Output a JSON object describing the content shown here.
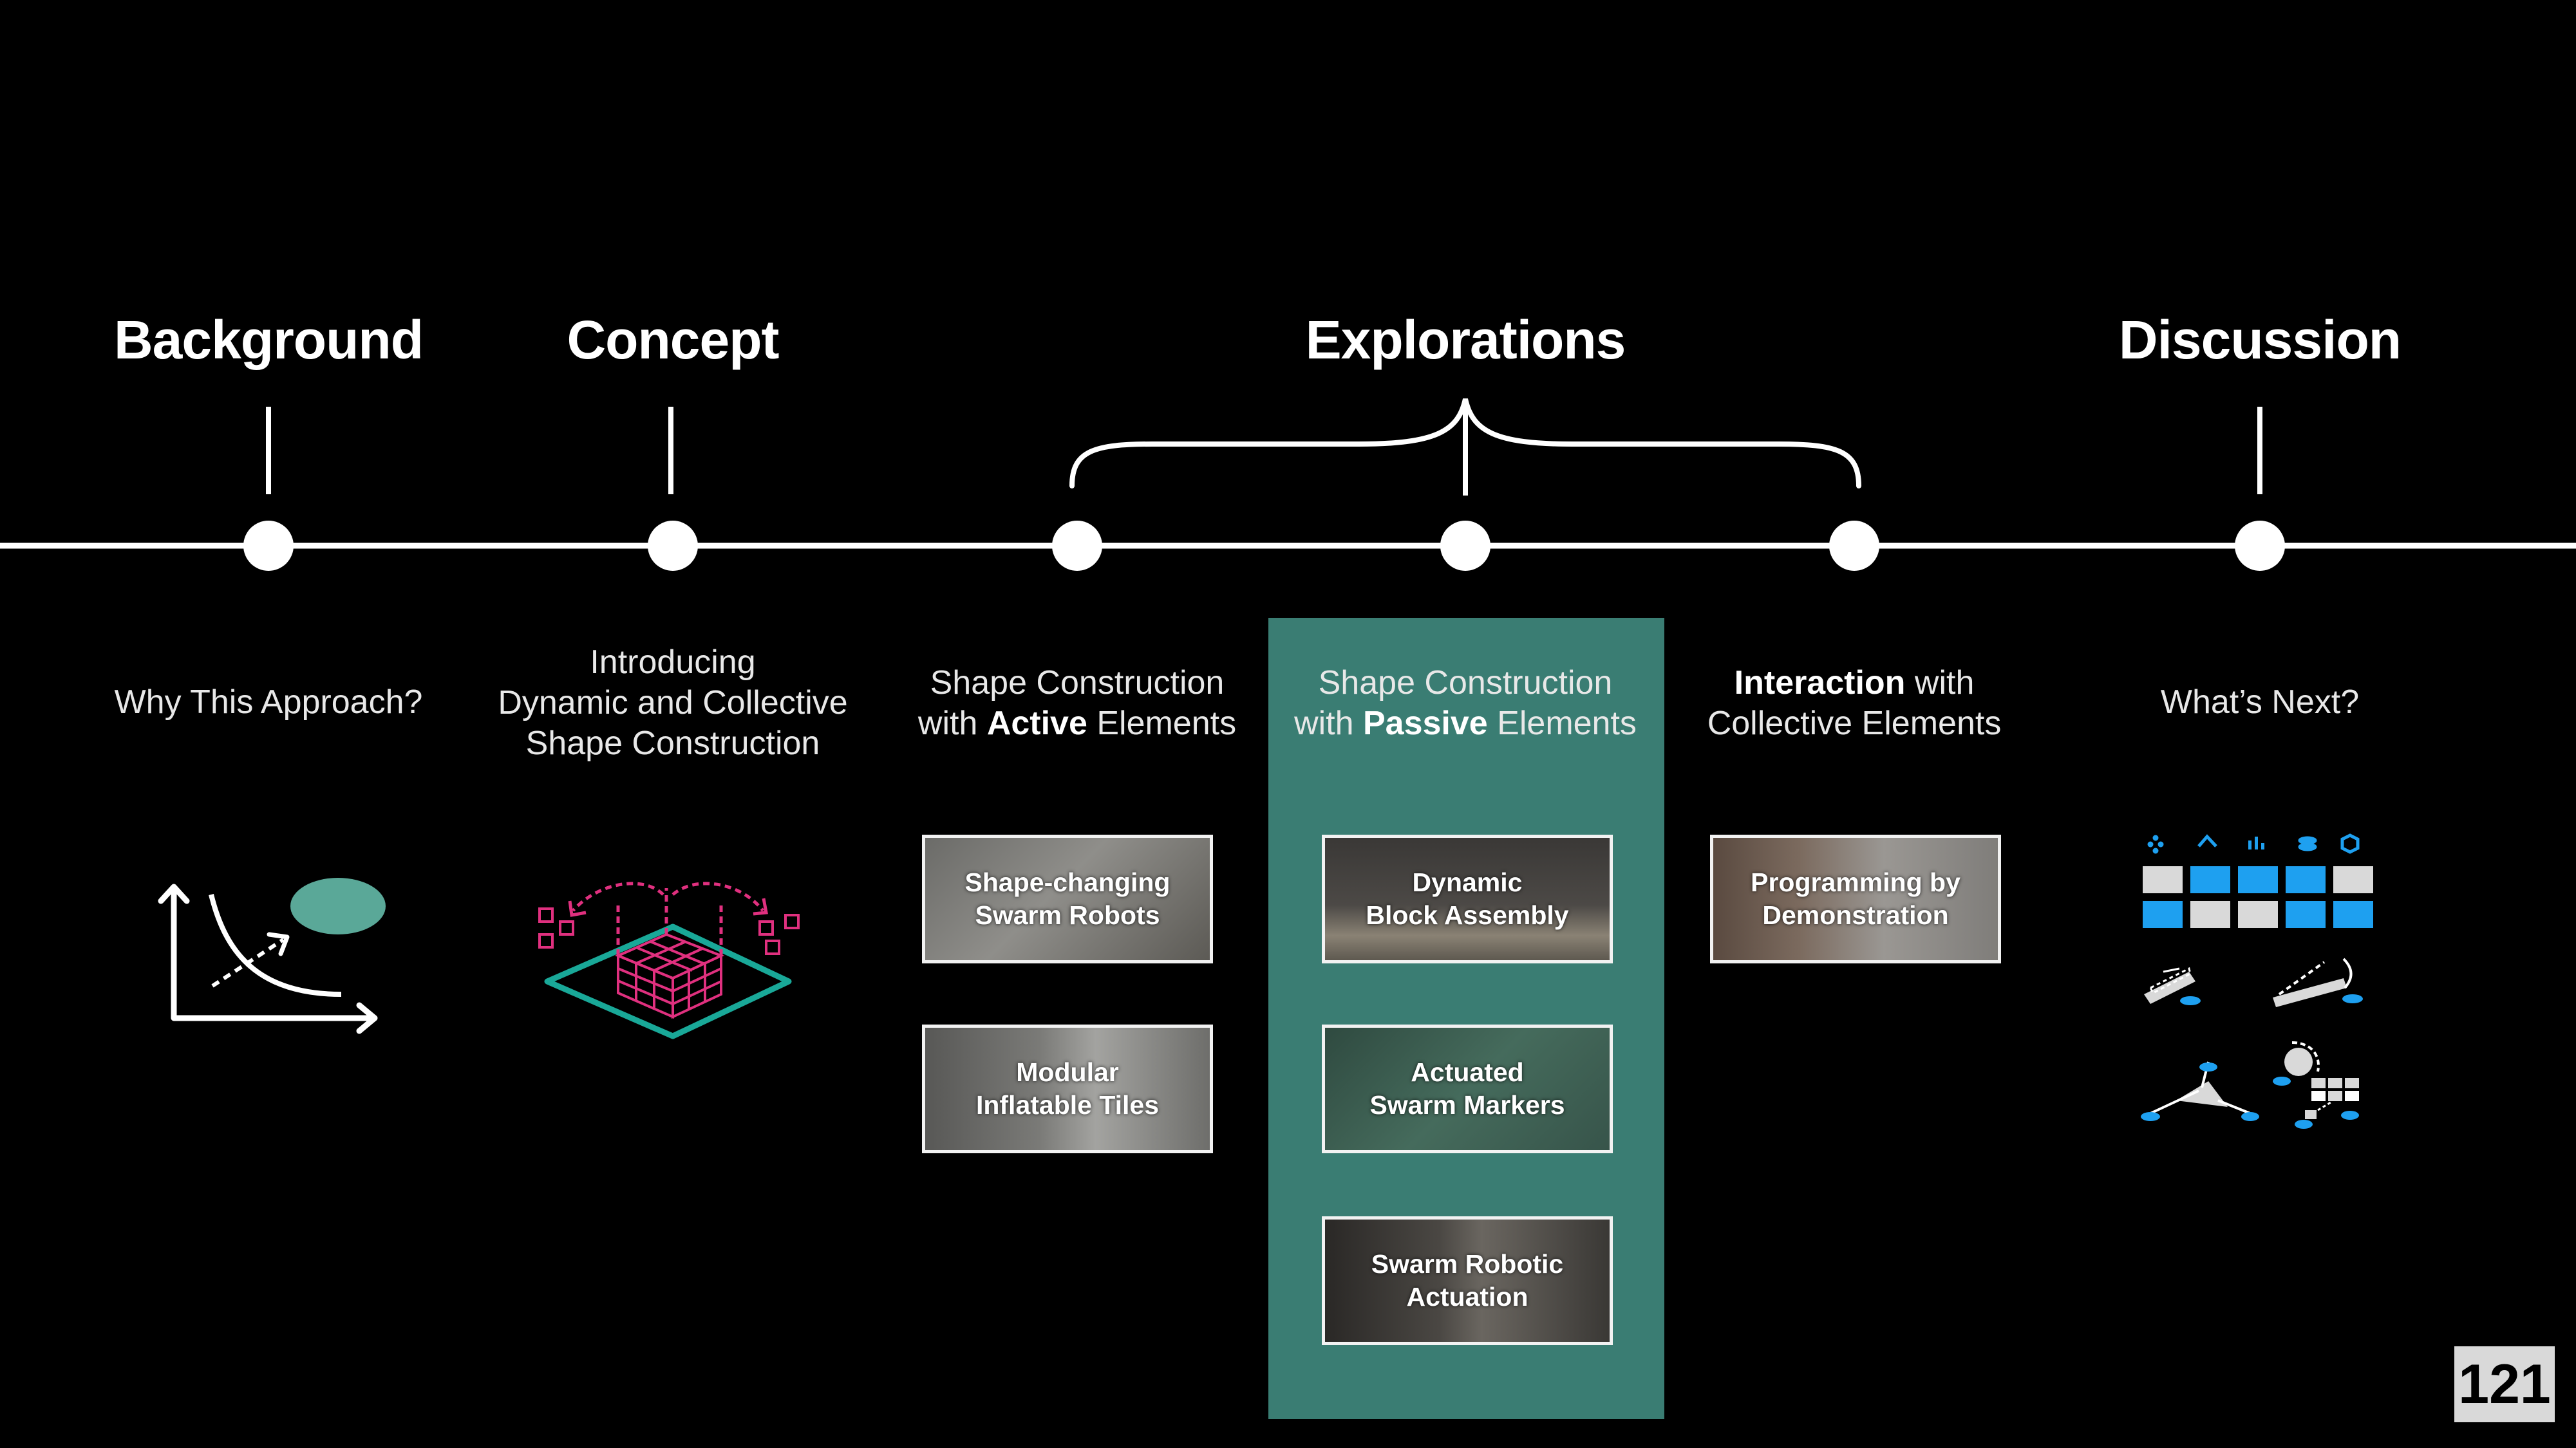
{
  "sections": {
    "background": {
      "title": "Background",
      "subtitle": "Why This Approach?"
    },
    "concept": {
      "title": "Concept",
      "subtitle_line1": "Introducing",
      "subtitle_line2": "Dynamic and Collective",
      "subtitle_line3": "Shape Construction"
    },
    "explorations": {
      "title": "Explorations",
      "active": {
        "line1": "Shape Construction",
        "line2_prefix": "with ",
        "line2_bold": "Active",
        "line2_suffix": " Elements"
      },
      "passive": {
        "line1": "Shape Construction",
        "line2_prefix": "with ",
        "line2_bold": "Passive",
        "line2_suffix": " Elements"
      },
      "interaction": {
        "line1_bold": "Interaction",
        "line1_suffix": " with",
        "line2": "Collective Elements"
      }
    },
    "discussion": {
      "title": "Discussion",
      "subtitle": "What’s Next?"
    }
  },
  "cards": {
    "shape_changing": {
      "line1": "Shape-changing",
      "line2": "Swarm Robots"
    },
    "modular_tiles": {
      "line1": "Modular",
      "line2": "Inflatable Tiles"
    },
    "dynamic_block": {
      "line1": "Dynamic",
      "line2": "Block Assembly"
    },
    "actuated_markers": {
      "line1": "Actuated",
      "line2": "Swarm Markers"
    },
    "swarm_actuation": {
      "line1": "Swarm Robotic",
      "line2": "Actuation"
    },
    "programming_demo": {
      "line1": "Programming by",
      "line2": "Demonstration"
    }
  },
  "page_number": "121",
  "colors": {
    "background": "#000000",
    "highlight_panel": "#3a7d73",
    "accent_teal": "#5aa898",
    "accent_pink": "#e0307f",
    "accent_blue": "#1ea0f0",
    "page_badge": "#d9d9d9"
  }
}
